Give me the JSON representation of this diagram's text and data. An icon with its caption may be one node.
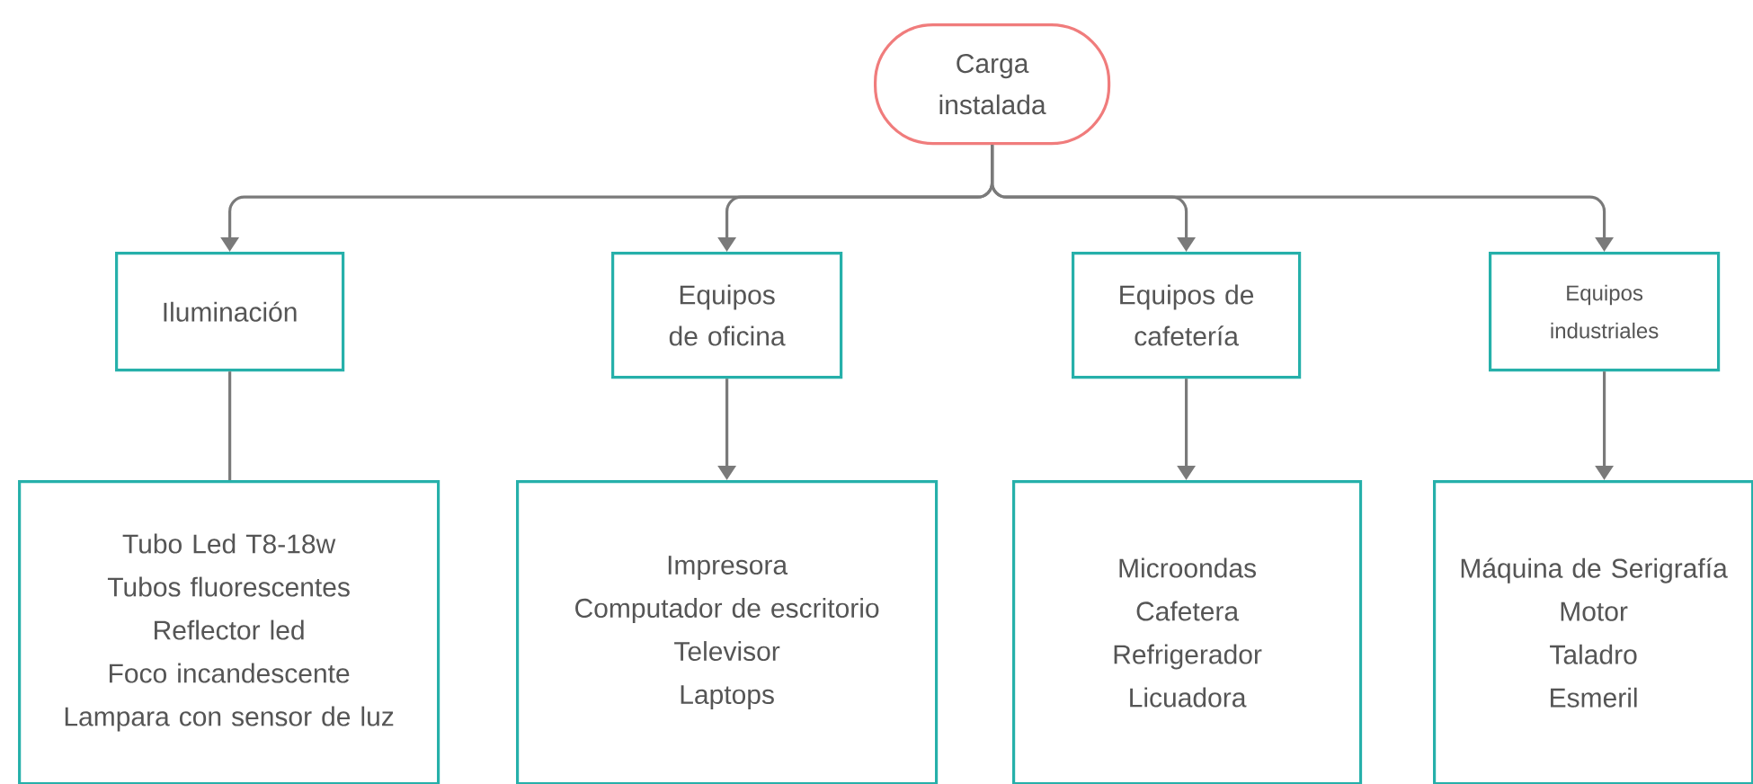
{
  "diagram": {
    "nodes": [
      {
        "text": [
          "Carga instalada"
        ]
      },
      {
        "text": [
          "Iluminación"
        ]
      },
      {
        "text": [
          "Equipos de oficina"
        ]
      },
      {
        "text": [
          "Equipos de cafetería"
        ]
      },
      {
        "text": [
          "Equipos industriales"
        ]
      },
      {
        "text": [
          "Tubo Led  T8-18w",
          "Tubos fluorescentes",
          "Reflector  led",
          "Foco incandescente",
          "Lampara con sensor de luz"
        ]
      },
      {
        "text": [
          "Impresora",
          "Computador de escritorio",
          "Televisor",
          "Laptops"
        ]
      },
      {
        "text": [
          "Microondas",
          "Cafetera",
          "Refrigerador",
          "Licuadora"
        ]
      },
      {
        "text": [
          "Máquina de Serigrafía",
          "Motor",
          "Taladro",
          "Esmeril"
        ]
      }
    ],
    "edges": [
      {
        "from": 0,
        "to": 1,
        "arrow": "to"
      },
      {
        "from": 0,
        "to": 2,
        "arrow": "to"
      },
      {
        "from": 0,
        "to": 3,
        "arrow": "to"
      },
      {
        "from": 0,
        "to": 4,
        "arrow": "to"
      },
      {
        "from": 1,
        "to": 5,
        "arrow": "none"
      },
      {
        "from": 2,
        "to": 6,
        "arrow": "to"
      },
      {
        "from": 3,
        "to": 7,
        "arrow": "to"
      },
      {
        "from": 4,
        "to": 8,
        "arrow": "to"
      }
    ]
  }
}
